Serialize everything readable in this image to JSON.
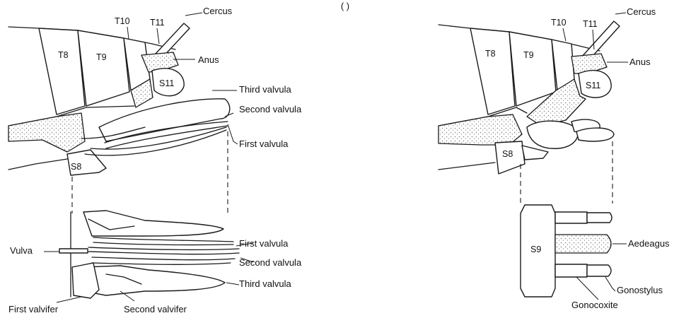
{
  "figure": {
    "colors": {
      "ink": "#1a1a1a",
      "paper": "#ffffff",
      "stipple": "#7a7a7a"
    },
    "header_glyph": "( )",
    "female": {
      "segments": {
        "t8": "T8",
        "t9": "T9",
        "t10": "T10",
        "t11": "T11",
        "s11": "S11",
        "s8": "S8"
      },
      "labels": {
        "cercus": "Cercus",
        "anus": "Anus",
        "third_valvula": "Third valvula",
        "second_valvula": "Second valvula",
        "first_valvula": "First valvula"
      },
      "detail_labels": {
        "vulva": "Vulva",
        "first_valvula": "First valvula",
        "second_valvula": "Second valvula",
        "third_valvula": "Third valvula",
        "first_valvifer": "First valvifer",
        "second_valvifer": "Second valvifer"
      }
    },
    "male": {
      "segments": {
        "t8": "T8",
        "t9": "T9",
        "t10": "T10",
        "t11": "T11",
        "s11": "S11",
        "s8": "S8"
      },
      "labels": {
        "cercus": "Cercus",
        "anus": "Anus"
      },
      "detail": {
        "s9": "S9",
        "aedeagus": "Aedeagus",
        "gonostylus": "Gonostylus",
        "gonocoxite": "Gonocoxite"
      }
    }
  }
}
